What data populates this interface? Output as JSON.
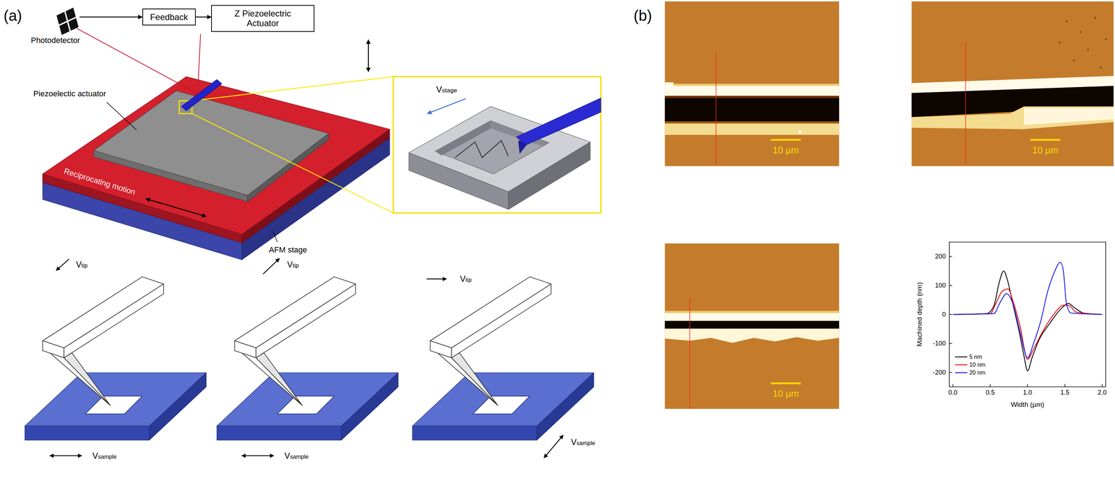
{
  "diagram": {
    "nodes": [
      {
        "text": [
          "Feedback"
        ]
      },
      {
        "text": [
          "Z Piezoelectric Actuator"
        ]
      }
    ],
    "edges": [
      {
        "from": 0,
        "to": 1,
        "arrow": "to"
      }
    ],
    "labels": [
      "(a)",
      "Photodetector",
      "Piezoelectic actuator",
      "Reciprocating motion",
      "AFM stage",
      "Vstage",
      "Vtip",
      "Vsample",
      "Vtip",
      "Vsample",
      "Vtip",
      "Vsample",
      "(b)",
      "10 µm",
      "10 µm",
      "10 µm",
      "200",
      "100",
      "0",
      "-100",
      "-200",
      "0.0",
      "0.5",
      "1.0",
      "1.5",
      "2.0",
      "Machined depth (nm)",
      "Width (µm)"
    ],
    "legend": [
      {
        "text": "5 nm"
      },
      {
        "text": "10 nm"
      },
      {
        "text": "20 nm"
      }
    ]
  }
}
